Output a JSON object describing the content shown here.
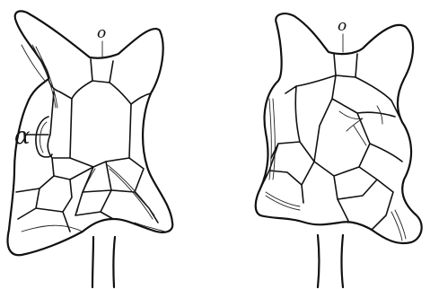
{
  "left_specimen": {
    "label_top": "o",
    "label_side": "α"
  },
  "right_specimen": {
    "label_top": "o"
  }
}
